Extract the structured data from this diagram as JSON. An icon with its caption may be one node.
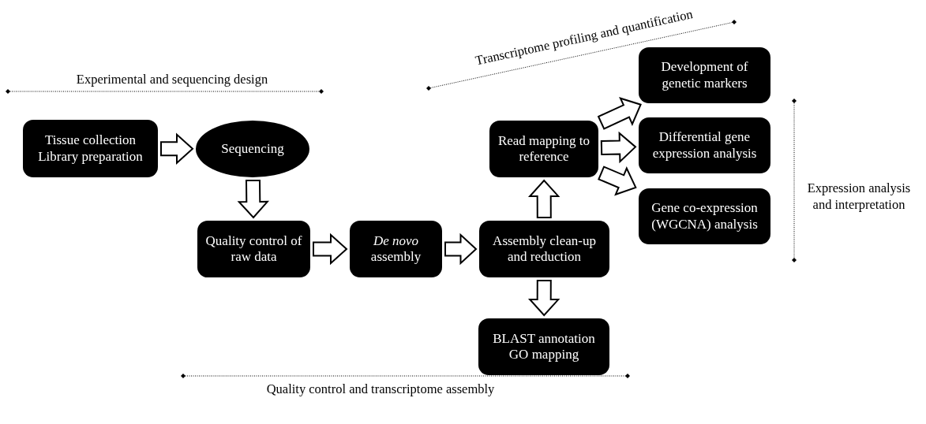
{
  "diagram": {
    "nodes": [
      {
        "text": [
          "Tissue collection Library preparation"
        ]
      },
      {
        "text": [
          "Sequencing"
        ]
      },
      {
        "text": [
          "Quality control of raw data"
        ]
      },
      {
        "text": [
          "*De novo* assembly"
        ]
      },
      {
        "text": [
          "Assembly clean-up and reduction"
        ]
      },
      {
        "text": [
          "Read mapping to reference"
        ]
      },
      {
        "text": [
          "BLAST annotation GO mapping"
        ]
      },
      {
        "text": [
          "Development of genetic markers"
        ]
      },
      {
        "text": [
          "Differential gene expression analysis"
        ]
      },
      {
        "text": [
          "Gene co-expression (WGCNA) analysis"
        ]
      }
    ],
    "edges": [
      {
        "from": 0,
        "to": 1,
        "arrow": "to"
      },
      {
        "from": 1,
        "to": 2,
        "arrow": "to"
      },
      {
        "from": 2,
        "to": 3,
        "arrow": "to"
      },
      {
        "from": 3,
        "to": 4,
        "arrow": "to"
      },
      {
        "from": 4,
        "to": 5,
        "arrow": "to"
      },
      {
        "from": 4,
        "to": 6,
        "arrow": "to"
      },
      {
        "from": 5,
        "to": 7,
        "arrow": "to"
      },
      {
        "from": 5,
        "to": 8,
        "arrow": "to"
      },
      {
        "from": 5,
        "to": 9,
        "arrow": "to"
      }
    ],
    "labels": [
      "Transcriptome profiling and quantification",
      "Experimental and sequencing design",
      "Expression analysis and interpretation",
      "Quality control and transcriptome assembly"
    ]
  }
}
